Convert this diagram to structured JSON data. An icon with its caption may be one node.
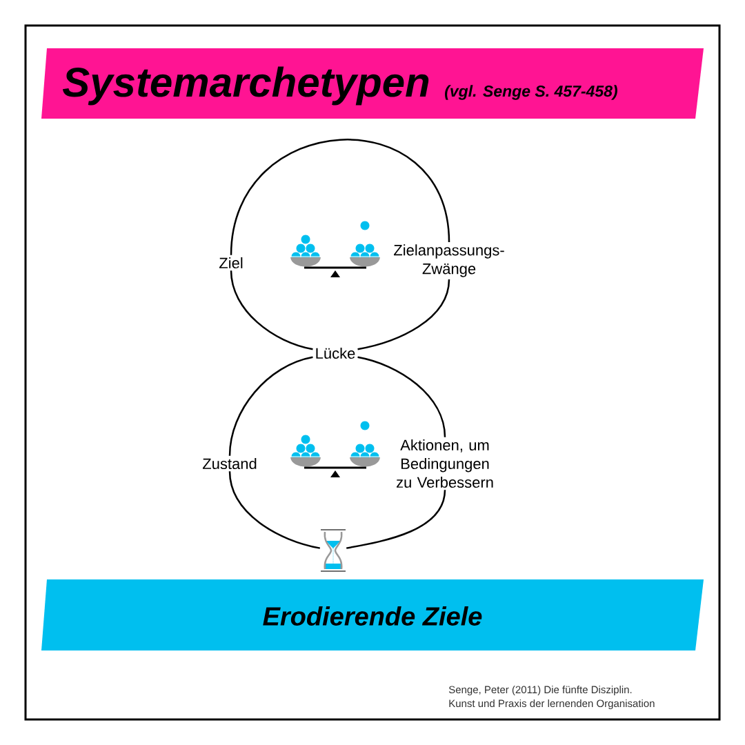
{
  "diagram": {
    "title": "Systemarchetypen",
    "caption": "Erodierende Ziele",
    "nodes": [
      {
        "text": [
          "Ziel"
        ]
      },
      {
        "text": [
          "Zielanpassungs- Zwänge"
        ]
      },
      {
        "text": [
          "Lücke"
        ]
      },
      {
        "text": [
          "Zustand"
        ]
      },
      {
        "text": [
          "Aktionen, um Bedingungen zu Verbessern"
        ]
      },
      {
        "text": [],
        "shape": "picture"
      }
    ],
    "edges": [
      {
        "from": 0,
        "to": 1,
        "arrow": "none"
      },
      {
        "from": 1,
        "to": 2,
        "arrow": "none"
      },
      {
        "from": 2,
        "to": 0,
        "arrow": "none"
      },
      {
        "from": 2,
        "to": 4,
        "arrow": "none"
      },
      {
        "from": 4,
        "to": 5,
        "arrow": "none"
      },
      {
        "from": 5,
        "to": 3,
        "arrow": "none"
      },
      {
        "from": 3,
        "to": 2,
        "arrow": "none"
      }
    ],
    "labels": [
      "(vgl. Senge S. 457-458)",
      "Senge, Peter (2011)  Die fünfte Disziplin.",
      "Kunst und Praxis der lernenden Organisation"
    ]
  }
}
